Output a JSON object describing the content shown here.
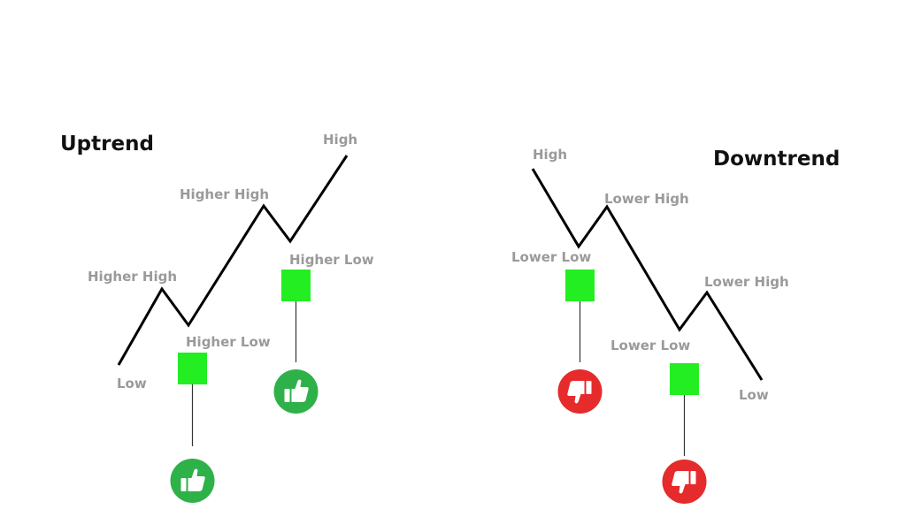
{
  "uptrend": {
    "title": "Uptrend",
    "labels": {
      "low": "Low",
      "higher_high_1": "Higher High",
      "higher_low_1": "Higher Low",
      "higher_high_2": "Higher High",
      "higher_low_2": "Higher Low",
      "high": "High"
    },
    "markers": [
      {
        "icon": "thumbs-up-icon",
        "color": "#2fb14a"
      },
      {
        "icon": "thumbs-up-icon",
        "color": "#2fb14a"
      }
    ]
  },
  "downtrend": {
    "title": "Downtrend",
    "labels": {
      "high": "High",
      "lower_low_1": "Lower Low",
      "lower_high_1": "Lower High",
      "lower_low_2": "Lower Low",
      "lower_high_2": "Lower High",
      "low": "Low"
    },
    "markers": [
      {
        "icon": "thumbs-down-icon",
        "color": "#e52b2b"
      },
      {
        "icon": "thumbs-down-icon",
        "color": "#e52b2b"
      }
    ]
  },
  "colors": {
    "line": "#000000",
    "label_text": "#9a9a9a",
    "title_text": "#111111",
    "marker_square": "#22ee22",
    "positive": "#2fb14a",
    "negative": "#e52b2b"
  }
}
